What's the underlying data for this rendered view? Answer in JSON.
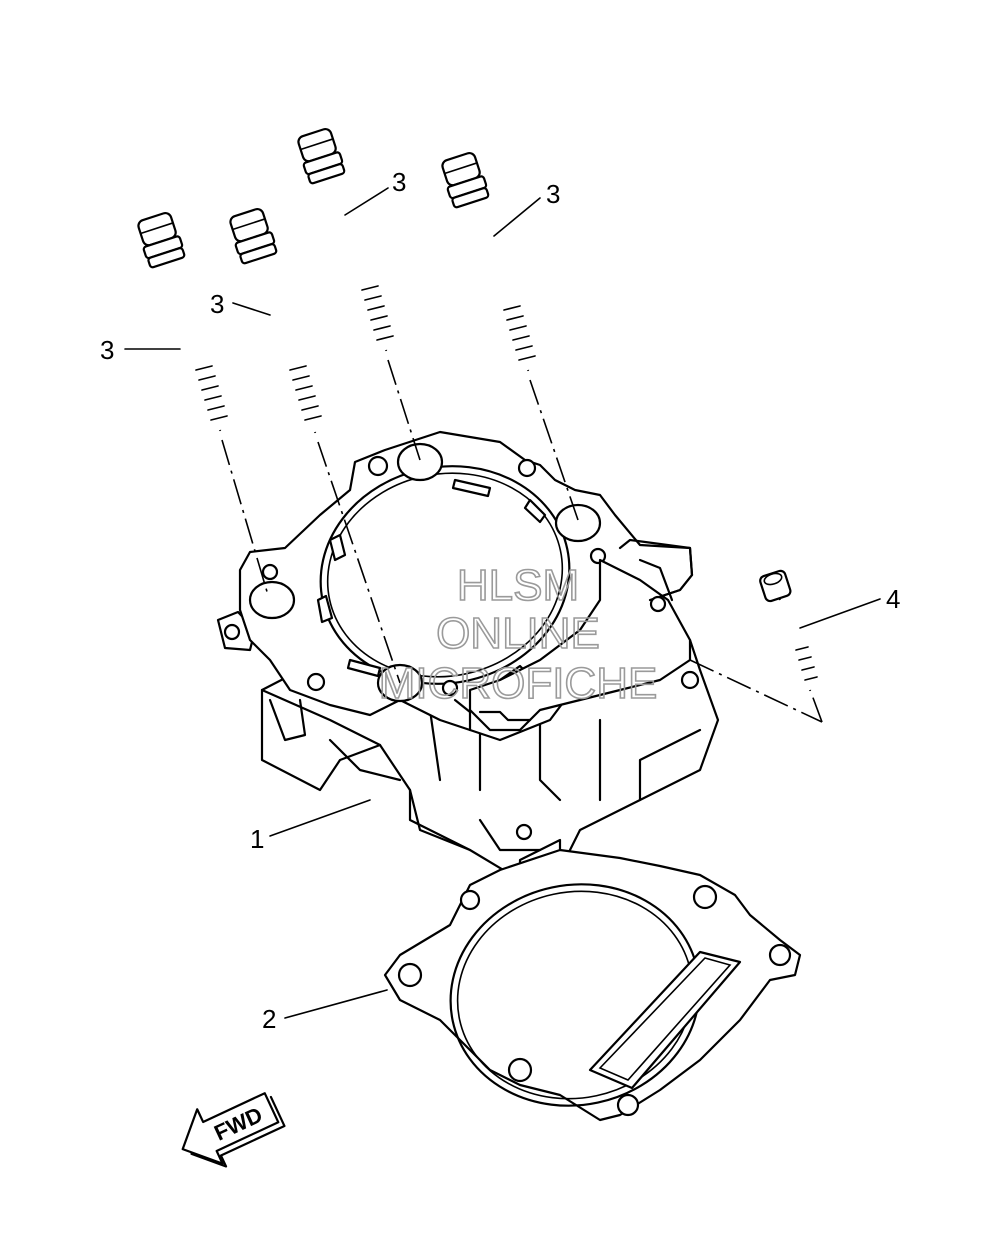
{
  "callouts": {
    "part1": "1",
    "part2": "2",
    "part3a": "3",
    "part3b": "3",
    "part3c": "3",
    "part3d": "3",
    "part4": "4"
  },
  "watermark": {
    "line1": "HLSM",
    "line2": "ONLINE",
    "line3": "MICROFICHE"
  },
  "direction_arrow": {
    "label": "FWD"
  }
}
